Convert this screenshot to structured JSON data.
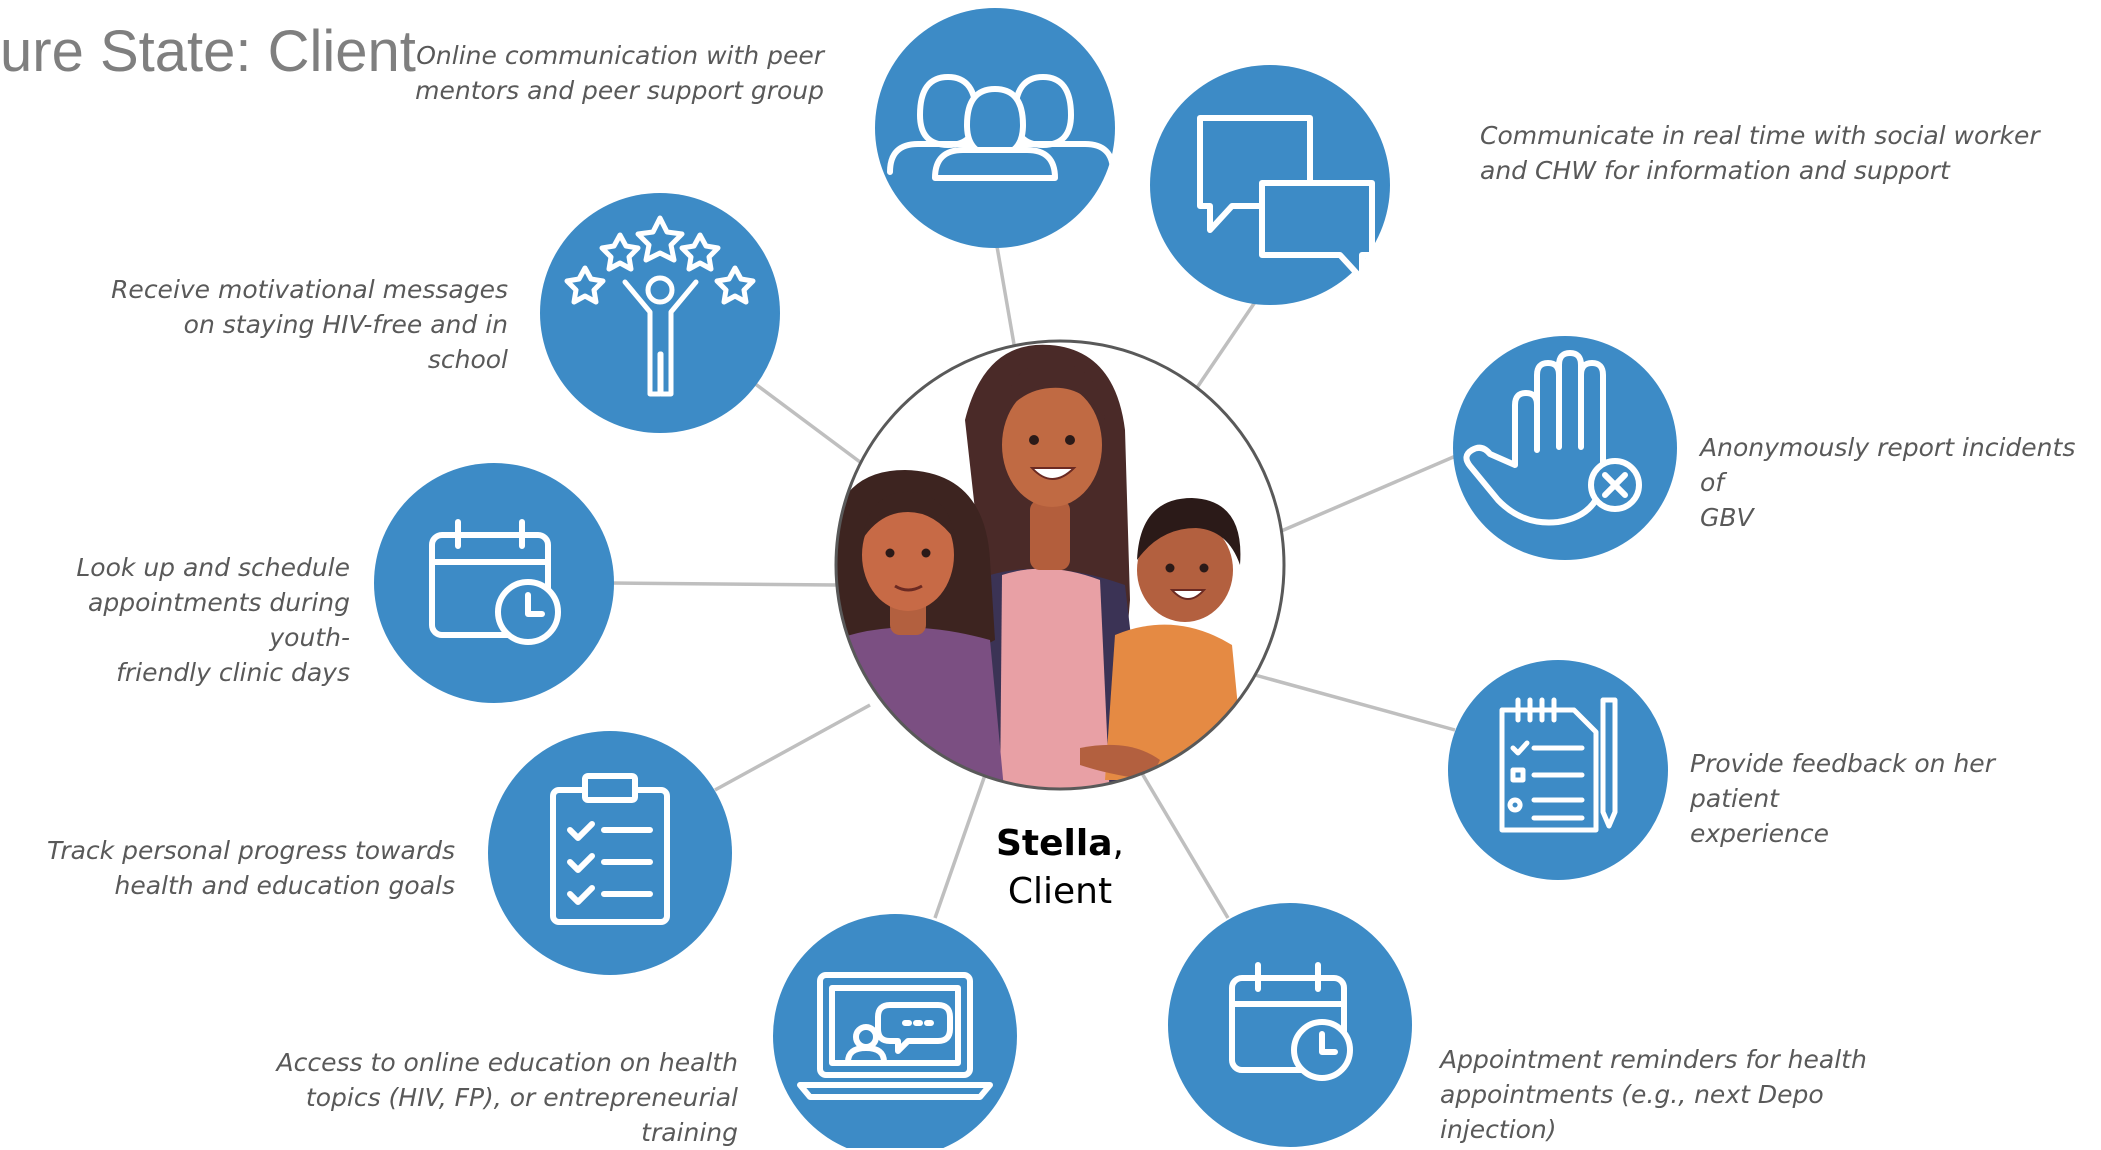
{
  "title": "ure State: Client",
  "center": {
    "name": "Stella",
    "comma": ",",
    "role": "Client"
  },
  "colors": {
    "accent": "#3d8bc6",
    "connector": "#bfbfbf",
    "caption": "#595959",
    "title": "#7f7f7f"
  },
  "features": [
    {
      "icon": "peer-group-icon",
      "lines": [
        "Online communication with peer",
        "mentors and peer support group"
      ]
    },
    {
      "icon": "chat-bubbles-icon",
      "lines": [
        "Communicate in real time with social worker",
        "and CHW for information and support"
      ]
    },
    {
      "icon": "stars-person-icon",
      "lines": [
        "Receive motivational messages",
        "on staying HIV-free and in",
        "school"
      ]
    },
    {
      "icon": "stop-hand-icon",
      "lines": [
        "Anonymously report incidents of",
        "GBV"
      ]
    },
    {
      "icon": "calendar-clock-icon",
      "lines": [
        "Look up and schedule",
        "appointments during youth-",
        "friendly clinic days"
      ]
    },
    {
      "icon": "feedback-form-icon",
      "lines": [
        "Provide feedback on her patient",
        "experience"
      ]
    },
    {
      "icon": "checklist-clipboard-icon",
      "lines": [
        "Track personal progress towards",
        "health and education goals"
      ]
    },
    {
      "icon": "laptop-chat-icon",
      "lines": [
        "Access to online education on health",
        "topics (HIV, FP), or entrepreneurial",
        "training"
      ]
    },
    {
      "icon": "calendar-clock-icon",
      "lines": [
        "Appointment reminders for health",
        "appointments (e.g., next Depo",
        "injection)"
      ]
    }
  ]
}
